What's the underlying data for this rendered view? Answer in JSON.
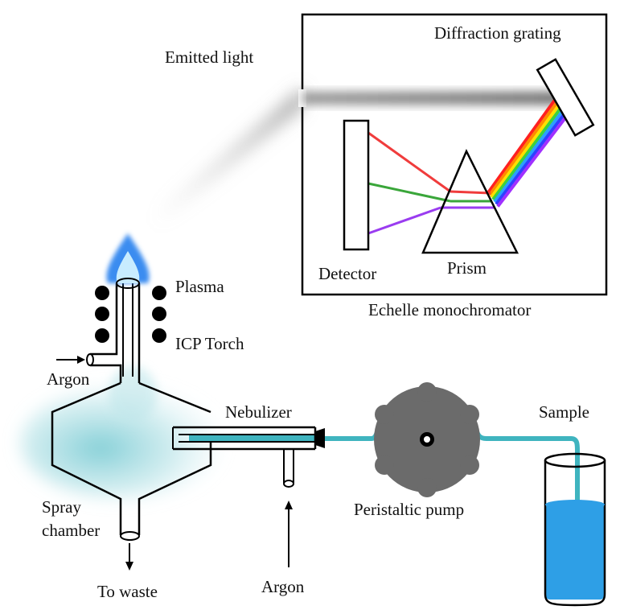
{
  "labels": {
    "emitted_light": "Emitted light",
    "diffraction_grating": "Diffraction grating",
    "detector": "Detector",
    "prism": "Prism",
    "echelle_monochromator": "Echelle monochromator",
    "plasma": "Plasma",
    "icp_torch": "ICP Torch",
    "argon_torch": "Argon",
    "nebulizer": "Nebulizer",
    "sample": "Sample",
    "spray": "Spray",
    "chamber": "chamber",
    "peristaltic_pump": "Peristaltic pump",
    "to_waste": "To waste",
    "argon_nebulizer": "Argon"
  },
  "colors": {
    "line": "#000000",
    "tubing": "#3fb4bf",
    "sample_liquid": "#2e9fe6",
    "flame_outer": "#3a8cf0",
    "flame_inner": "#c8ecff",
    "pump_body": "#6b6b6b",
    "ray_red": "#f03c3c",
    "ray_green": "#3aa63a",
    "ray_violet": "#9a3cf0"
  },
  "spectrum_colors": [
    "#ff2020",
    "#ff8a00",
    "#ffe000",
    "#3cd23c",
    "#2aa0ff",
    "#3040ff",
    "#a030ff"
  ]
}
